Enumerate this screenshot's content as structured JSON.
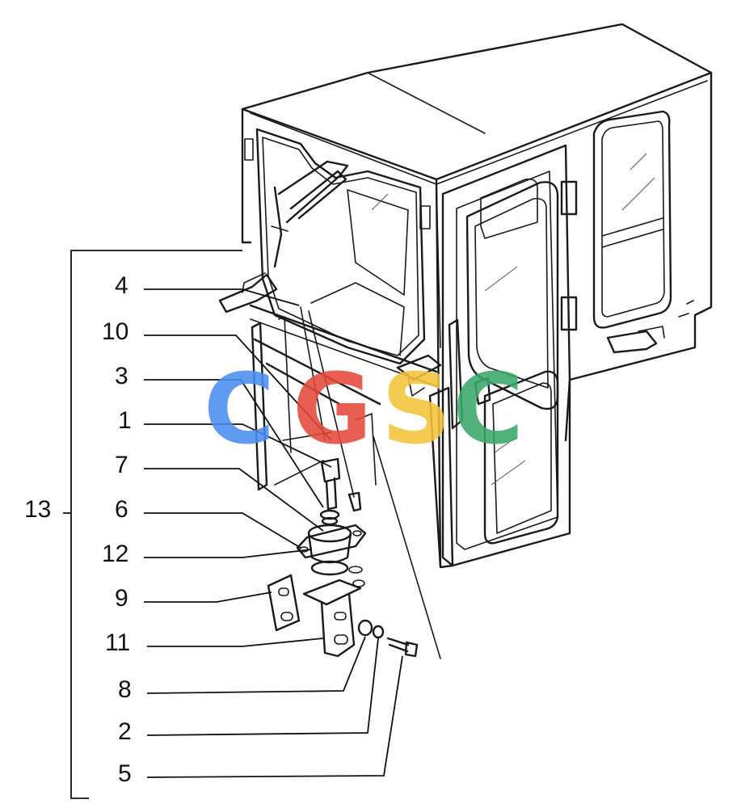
{
  "callouts": {
    "c4": "4",
    "c10": "10",
    "c3": "3",
    "c1": "1",
    "c7": "7",
    "c6": "6",
    "c12": "12",
    "c9": "9",
    "c11": "11",
    "c8": "8",
    "c2": "2",
    "c5": "5",
    "c13": "13"
  },
  "watermark": {
    "letters": [
      "C",
      "G",
      "S",
      "C"
    ],
    "colors": [
      "#4a8ef0",
      "#e5483c",
      "#f4c33a",
      "#3aa86a"
    ]
  }
}
